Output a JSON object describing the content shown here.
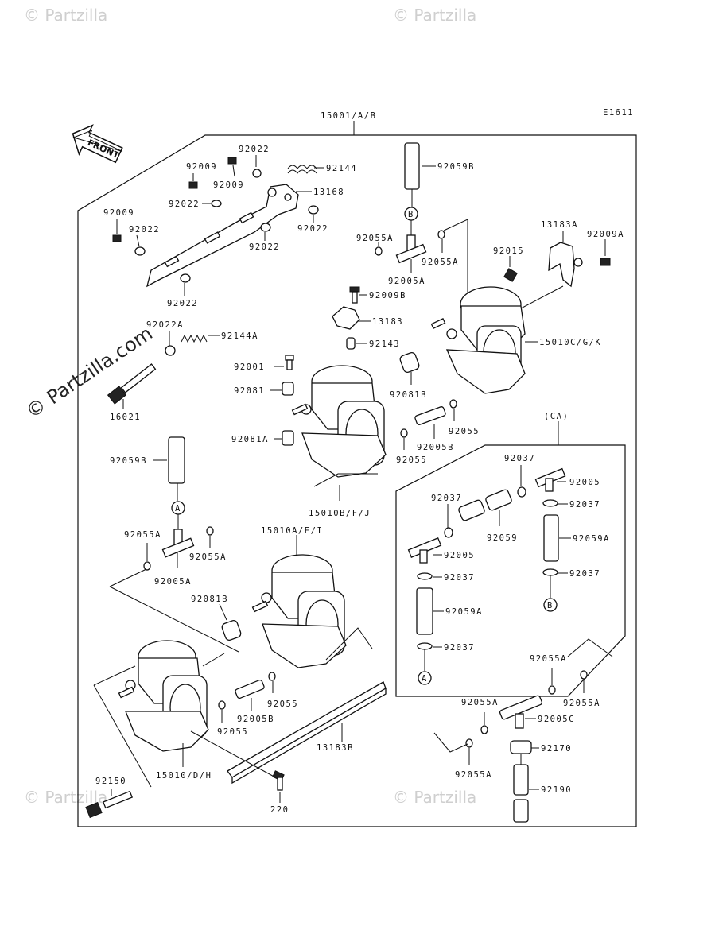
{
  "diagram_code": "E1611",
  "front_label": "FRONT",
  "watermark": "© Partzilla.com",
  "corner_watermark": "© Partzilla",
  "callout_a": "A",
  "callout_b": "B",
  "callout_ca": "(CA)",
  "labels": {
    "p15001": "15001/A/B",
    "p92022_a": "92022",
    "p92009_a": "92009",
    "p92144": "92144",
    "p92009_b": "92009",
    "p13168": "13168",
    "p92022_b": "92022",
    "p92009_c": "92009",
    "p92022_c": "92022",
    "p92022_d": "92022",
    "p92022_e": "92022",
    "p92022_f": "92022",
    "p92059B_top": "92059B",
    "p92055A_1": "92055A",
    "p92055A_2": "92055A",
    "p92005A_top": "92005A",
    "p13183A": "13183A",
    "p92015": "92015",
    "p92009A": "92009A",
    "p92009B": "92009B",
    "p13183": "13183",
    "p15010CGK": "15010C/G/K",
    "p92143": "92143",
    "p92022A": "92022A",
    "p92144A": "92144A",
    "p92001": "92001",
    "p92081": "92081",
    "p92081B_1": "92081B",
    "p16021": "16021",
    "p92081A": "92081A",
    "p92055_1": "92055",
    "p92005B_1": "92005B",
    "p92055_2": "92055",
    "p15010BFJ": "15010B/F/J",
    "p92059B_left": "92059B",
    "p92037_1": "92037",
    "p92005_1": "92005",
    "p92037_2": "92037",
    "p92037_3": "92037",
    "p92059": "92059",
    "p92059A_1": "92059A",
    "p92005_2": "92005",
    "p92037_4": "92037",
    "p92037_5": "92037",
    "p92059A_2": "92059A",
    "p92037_6": "92037",
    "p92055A_3": "92055A",
    "p92055A_4": "92055A",
    "p92005A_left": "92005A",
    "p15010AEI": "15010A/E/I",
    "p92081B_2": "92081B",
    "p92055_3": "92055",
    "p92005B_2": "92005B",
    "p92055_4": "92055",
    "p13183B": "13183B",
    "p15010DH": "15010/D/H",
    "p92150": "92150",
    "p220": "220",
    "p92055A_5": "92055A",
    "p92055A_6": "92055A",
    "p92055A_7": "92055A",
    "p92005C": "92005C",
    "p92170": "92170",
    "p92055A_8": "92055A",
    "p92190": "92190"
  }
}
